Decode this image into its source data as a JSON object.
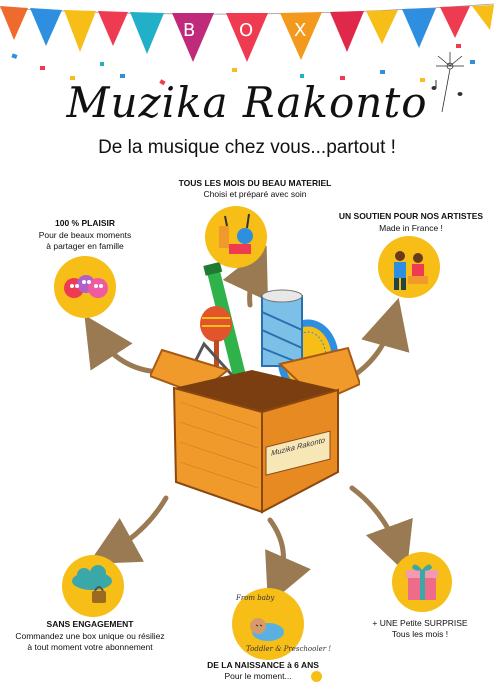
{
  "banner": {
    "letters": [
      "B",
      "O",
      "X"
    ]
  },
  "brand": {
    "title": "Muzika Rakonto",
    "subtitle": "De la musique chez vous...partout !"
  },
  "features": {
    "materiel": {
      "heading": "TOUS LES MOIS DU BEAU MATERIEL",
      "line1": "Choisi et préparé avec soin"
    },
    "plaisir": {
      "heading": "100 % PLAISIR",
      "line1": "Pour de beaux moments",
      "line2": "à partager en famille"
    },
    "soutien": {
      "heading": "UN SOUTIEN POUR NOS ARTISTES",
      "line1": "Made in France !"
    },
    "engagement": {
      "heading": "SANS ENGAGEMENT",
      "line1": "Commandez une box unique ou résiliez",
      "line2": "à tout moment votre abonnement"
    },
    "naissance": {
      "heading": "DE LA NAISSANCE à 6 ANS",
      "line1": "Pour le moment..."
    },
    "surprise": {
      "heading": "+ UNE Petite SURPRISE",
      "line1": "Tous les mois !"
    }
  },
  "box_label": "Muzika Rakonto",
  "baby_label": {
    "line1": "From baby",
    "line2": "Toddler & Preschooler !"
  },
  "colors": {
    "accent_yellow": "#f6be16",
    "box_orange": "#f09a2c",
    "arrow_brown": "#9a7a52"
  }
}
